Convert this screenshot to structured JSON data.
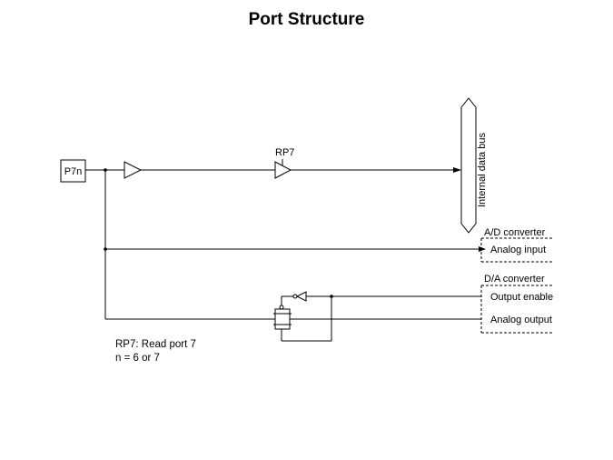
{
  "title": "Port Structure",
  "diagram": {
    "pin_label": "P7n",
    "buffer_label": "RP7",
    "bus_label": "Internal data bus",
    "ad_section": {
      "title": "A/D converter",
      "signal": "Analog input"
    },
    "da_section": {
      "title": "D/A converter",
      "signals": [
        "Output enable",
        "Analog output"
      ]
    },
    "notes": [
      "RP7:  Read port 7",
      "n = 6 or 7"
    ]
  }
}
